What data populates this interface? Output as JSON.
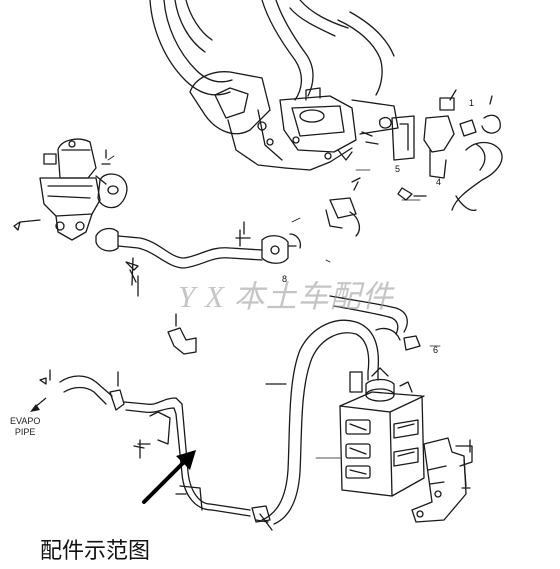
{
  "watermark_text": "Y X 本土车配件",
  "evapo_label_line1": "EVAPO",
  "evapo_label_line2": "PIPE",
  "caption": "配件示范图",
  "callouts": {
    "n1": "1",
    "n4": "4",
    "n5": "5",
    "n6": "6",
    "n8": "8"
  },
  "colors": {
    "line": "#1a1a1a",
    "watermark": "#969696",
    "background": "#ffffff"
  },
  "icons": [
    "arrow-icon",
    "evapo-arrow-icon"
  ]
}
